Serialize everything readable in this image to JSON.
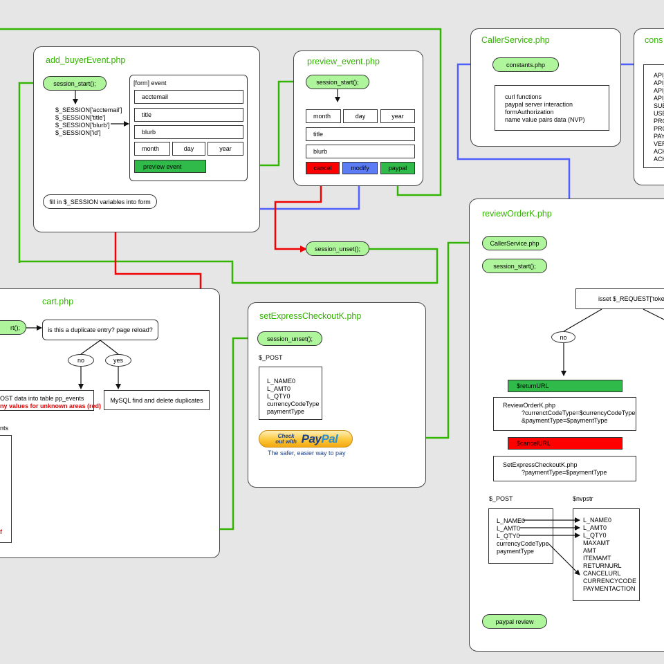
{
  "colors": {
    "green": "#33b400",
    "red": "#f00000",
    "blue": "#5060ff",
    "pill": "#aef59c",
    "button_green": "#2fba4a"
  },
  "add_buyer": {
    "title": "add_buyerEvent.php",
    "session_start": "session_start();",
    "session_vars": [
      "$_SESSION['acctemail']",
      "$_SESSION['title']",
      "$_SESSION['blurb']",
      "$_SESSION['id']"
    ],
    "form_label": "[form] event",
    "fields": [
      "acctemail",
      "title",
      "blurb"
    ],
    "date": [
      "month",
      "day",
      "year"
    ],
    "preview_button": "preview event",
    "fill_in": "fill in $_SESSION variables into form"
  },
  "preview": {
    "title": "preview_event.php",
    "session_start": "session_start();",
    "date": [
      "month",
      "day",
      "year"
    ],
    "fields": [
      "title",
      "blurb"
    ],
    "cancel": "cancel",
    "modify": "modify",
    "paypal": "paypal"
  },
  "session_unset_mid": "session_unset();",
  "caller": {
    "title": "CallerService.php",
    "constants": "constants.php",
    "lines": [
      "curl functions",
      "paypal server interaction",
      "formAuthorization",
      "name value pairs data (NVP)"
    ]
  },
  "consts": {
    "title": "cons",
    "lines": [
      "API_",
      "API_",
      "API_",
      "API_",
      "SUB",
      "USE",
      "PRO",
      "PRO",
      "PAY",
      "VER",
      "ACK",
      "ACK"
    ]
  },
  "cart": {
    "title": "cart.php",
    "start_pill": "rt();",
    "question": "is this a duplicate entry? page reload?",
    "no": "no",
    "yes": "yes",
    "insert_line1": "OST data into table pp_events",
    "insert_line2": "ny values for unknown areas (red)",
    "mysql": "MySQL find and delete duplicates",
    "partial": "nts",
    "partial_red": "f"
  },
  "setexpress": {
    "title": "setExpressCheckoutK.php",
    "session_unset": "session_unset();",
    "post": "$_POST",
    "lines": [
      "L_NAME0",
      "L_AMT0",
      "L_QTY0",
      "currencyCodeType",
      "paymentType"
    ],
    "checkout_small": "Check out with",
    "brand_a": "Pay",
    "brand_b": "Pal",
    "tagline": "The safer, easier way to pay"
  },
  "review": {
    "title": "reviewOrderK.php",
    "caller": "CallerService.php",
    "session_start": "session_start();",
    "isset": "isset $_REQUEST['token']",
    "no": "no",
    "return_url": "$returnURL",
    "return_lines": [
      "ReviewOrderK.php",
      "?currenctCodeType=$currencyCodeType",
      "&paymentType=$paymentType"
    ],
    "cancel_url": "$cancelURL",
    "cancel_lines": [
      "SetExpressCheckoutK.php",
      "?paymentType=$paymentType"
    ],
    "post": "$_POST",
    "nvp": "$nvpstr",
    "post_lines": [
      "L_NAME0",
      "L_AMT0",
      "L_QTY0",
      "currencyCodeType",
      "paymentType"
    ],
    "nvp_lines": [
      "L_NAME0",
      "L_AMT0",
      "L_QTY0",
      "MAXAMT",
      "AMT",
      "ITEMAMT",
      "RETURNURL",
      "CANCELURL",
      "CURRENCYCODE",
      "PAYMENTACTION"
    ],
    "paypal_review": "paypal review"
  }
}
